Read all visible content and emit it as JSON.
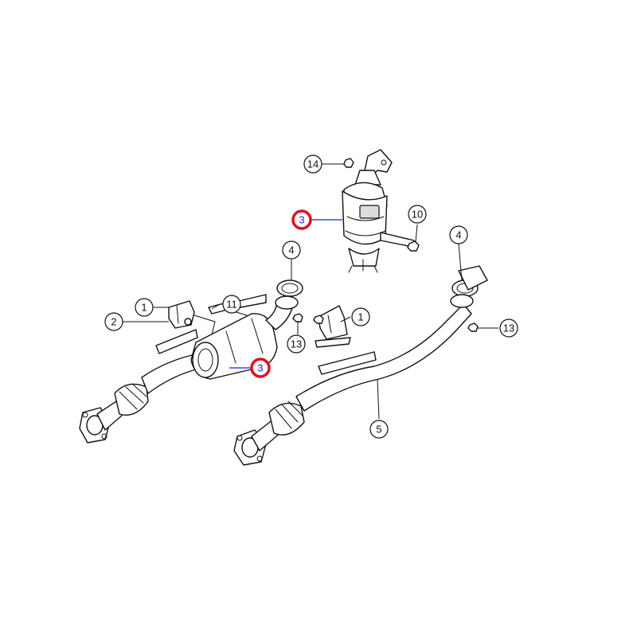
{
  "diagram": {
    "callouts": [
      {
        "id": "c14",
        "label": "14",
        "highlight": false
      },
      {
        "id": "c3a",
        "label": "3",
        "highlight": true
      },
      {
        "id": "c10",
        "label": "10",
        "highlight": false
      },
      {
        "id": "c4a",
        "label": "4",
        "highlight": false
      },
      {
        "id": "c4b",
        "label": "4",
        "highlight": false
      },
      {
        "id": "c1a",
        "label": "1",
        "highlight": false
      },
      {
        "id": "c11",
        "label": "11",
        "highlight": false
      },
      {
        "id": "c2",
        "label": "2",
        "highlight": false
      },
      {
        "id": "c1b",
        "label": "1",
        "highlight": false
      },
      {
        "id": "c13a",
        "label": "13",
        "highlight": false
      },
      {
        "id": "c13b",
        "label": "13",
        "highlight": false
      },
      {
        "id": "c3b",
        "label": "3",
        "highlight": true
      },
      {
        "id": "c5",
        "label": "5",
        "highlight": false
      }
    ],
    "colors": {
      "line": "#111111",
      "highlight_ring": "#e01020",
      "highlight_text": "#2222cc"
    }
  }
}
